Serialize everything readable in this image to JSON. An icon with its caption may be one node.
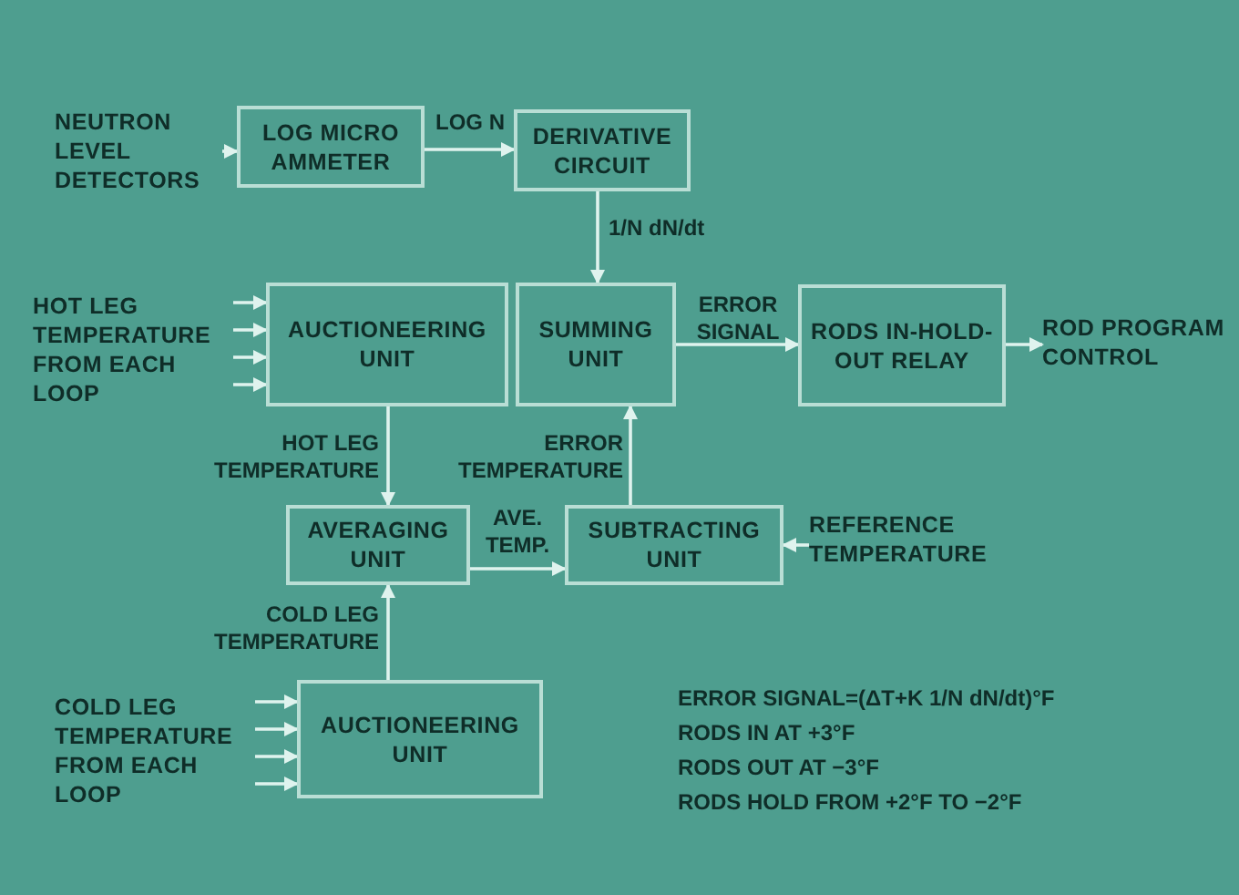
{
  "diagram": {
    "nodes": [
      {
        "text": [
          "NEUTRON LEVEL DETECTORS"
        ]
      },
      {
        "text": [
          "LOG MICRO AMMETER"
        ]
      },
      {
        "text": [
          "DERIVATIVE CIRCUIT"
        ]
      },
      {
        "text": [
          "HOT LEG TEMPERATURE FROM EACH LOOP"
        ]
      },
      {
        "text": [
          "AUCTIONEERING UNIT"
        ]
      },
      {
        "text": [
          "SUMMING UNIT"
        ]
      },
      {
        "text": [
          "RODS IN-HOLD-OUT RELAY"
        ]
      },
      {
        "text": [
          "ROD PROGRAM CONTROL"
        ]
      },
      {
        "text": [
          "AVERAGING UNIT"
        ]
      },
      {
        "text": [
          "SUBTRACTING UNIT"
        ]
      },
      {
        "text": [
          "REFERENCE TEMPERATURE"
        ]
      },
      {
        "text": [
          "COLD LEG TEMPERATURE FROM EACH LOOP"
        ]
      },
      {
        "text": [
          "AUCTIONEERING UNIT"
        ]
      }
    ],
    "edges": [
      {
        "from": 0,
        "to": 1,
        "arrow": "to"
      },
      {
        "from": 1,
        "to": 2,
        "arrow": "to",
        "label": "LOG N"
      },
      {
        "from": 2,
        "to": 5,
        "arrow": "to",
        "label": "1/N dN/dt"
      },
      {
        "from": 3,
        "to": 4,
        "arrow": "to"
      },
      {
        "from": 3,
        "to": 4,
        "arrow": "to"
      },
      {
        "from": 3,
        "to": 4,
        "arrow": "to"
      },
      {
        "from": 3,
        "to": 4,
        "arrow": "to"
      },
      {
        "from": 5,
        "to": 6,
        "arrow": "to",
        "label": "ERROR SIGNAL"
      },
      {
        "from": 6,
        "to": 7,
        "arrow": "to"
      },
      {
        "from": 4,
        "to": 8,
        "arrow": "to",
        "label": "HOT LEG TEMPERATURE"
      },
      {
        "from": 9,
        "to": 5,
        "arrow": "to",
        "label": "ERROR TEMPERATURE"
      },
      {
        "from": 8,
        "to": 9,
        "arrow": "to",
        "label": "AVE. TEMP."
      },
      {
        "from": 10,
        "to": 9,
        "arrow": "to"
      },
      {
        "from": 12,
        "to": 8,
        "arrow": "to",
        "label": "COLD LEG TEMPERATURE"
      },
      {
        "from": 11,
        "to": 12,
        "arrow": "to"
      },
      {
        "from": 11,
        "to": 12,
        "arrow": "to"
      },
      {
        "from": 11,
        "to": 12,
        "arrow": "to"
      },
      {
        "from": 11,
        "to": 12,
        "arrow": "to"
      }
    ],
    "labels": [
      "ERROR SIGNAL=(ΔT+K 1/N dN/dt)°F",
      "RODS IN AT +3°F",
      "RODS OUT AT −3°F",
      "RODS HOLD FROM +2°F TO −2°F"
    ]
  }
}
